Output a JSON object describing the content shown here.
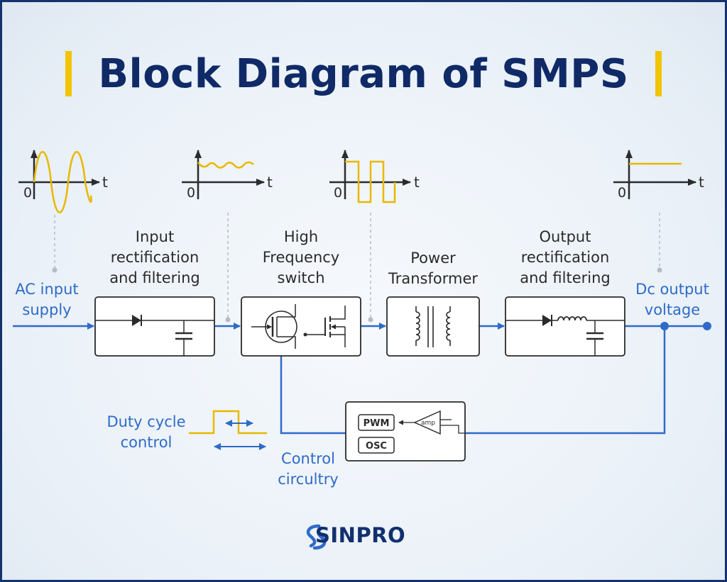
{
  "title": "Block Diagram of SMPS",
  "blocks": {
    "input_rect": "Input\nrectification\nand filtering",
    "hf_switch": "High\nFrequency\nswitch",
    "transformer": "Power\nTransformer",
    "output_rect": "Output\nrectification\nand filtering"
  },
  "signals": {
    "ac_input": "AC input\nsupply",
    "dc_output": "Dc output\nvoltage",
    "duty_cycle": "Duty cycle\ncontrol",
    "control": "Control\ncircultry"
  },
  "waveforms": {
    "origin_label": "0",
    "time_label": "t",
    "types": [
      "sine",
      "rippled-dc",
      "square",
      "flat-dc"
    ]
  },
  "control_box": {
    "pwm": "PWM",
    "osc": "OSC",
    "amp": "amp"
  },
  "brand": "SINPRO",
  "colors": {
    "navy": "#0f2a66",
    "accent": "#f2c400",
    "line": "#2e6bc9",
    "waveform": "#e8b800"
  }
}
